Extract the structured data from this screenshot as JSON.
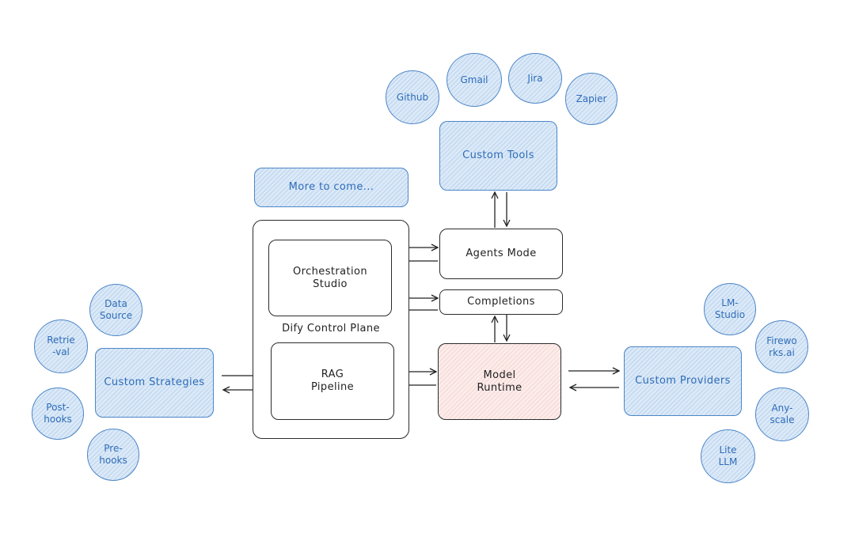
{
  "top_tools": [
    {
      "id": "github",
      "label": "Github"
    },
    {
      "id": "gmail",
      "label": "Gmail"
    },
    {
      "id": "jira",
      "label": "Jira"
    },
    {
      "id": "zapier",
      "label": "Zapier"
    }
  ],
  "custom_tools": "Custom Tools",
  "more_to_come": "More to come...",
  "control_plane": {
    "label": "Dify Control Plane",
    "orchestration": "Orchestration\nStudio",
    "rag": "RAG\nPipeline"
  },
  "agents_mode": "Agents Mode",
  "completions": "Completions",
  "model_runtime": "Model\nRuntime",
  "custom_strategies": "Custom Strategies",
  "custom_providers": "Custom Providers",
  "strategy_nodes": [
    {
      "id": "data-source",
      "label": "Data\nSource"
    },
    {
      "id": "retrieval",
      "label": "Retrie\n-val"
    },
    {
      "id": "post-hooks",
      "label": "Post-\nhooks"
    },
    {
      "id": "pre-hooks",
      "label": "Pre-\nhooks"
    }
  ],
  "provider_nodes": [
    {
      "id": "lm-studio",
      "label": "LM-\nStudio"
    },
    {
      "id": "fireworks",
      "label": "Firewo\nrks.ai"
    },
    {
      "id": "anyscale",
      "label": "Any-\nscale"
    },
    {
      "id": "litellm",
      "label": "Lite\nLLM"
    }
  ],
  "colors": {
    "accent_blue": "#4d86c7",
    "accent_text": "#2f6db8",
    "fill_blue": "#dbe9f8",
    "runtime_fill": "#fcecea",
    "outline_dark": "#2b2b2b"
  }
}
